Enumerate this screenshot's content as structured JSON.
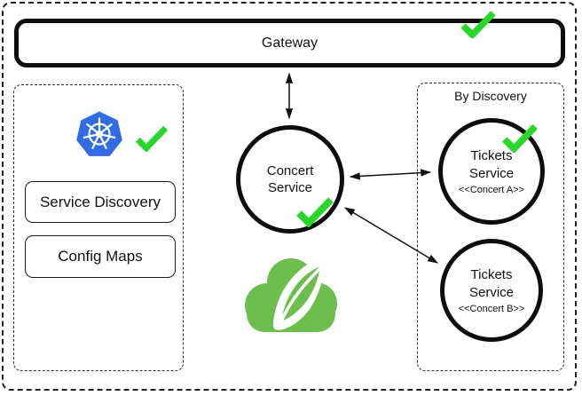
{
  "colors": {
    "check_green": "#2bd62b",
    "kubernetes_blue": "#326ce5",
    "spring_green": "#6cbe4f",
    "line_black": "#111111"
  },
  "gateway": {
    "label": "Gateway"
  },
  "left_panel": {
    "items": [
      {
        "label": "Service Discovery"
      },
      {
        "label": "Config Maps"
      }
    ]
  },
  "center": {
    "service": {
      "label": "Concert Service"
    }
  },
  "right_panel": {
    "title": "By Discovery",
    "nodes": [
      {
        "label": "Tickets Service",
        "stereotype": "<<Concert A>>"
      },
      {
        "label": "Tickets Service",
        "stereotype": "<<Concert B>>"
      }
    ]
  },
  "icons": {
    "kubernetes": "kubernetes-helm-icon",
    "spring_cloud": "spring-cloud-leaf-icon",
    "checkmark": "green-checkmark-icon"
  }
}
